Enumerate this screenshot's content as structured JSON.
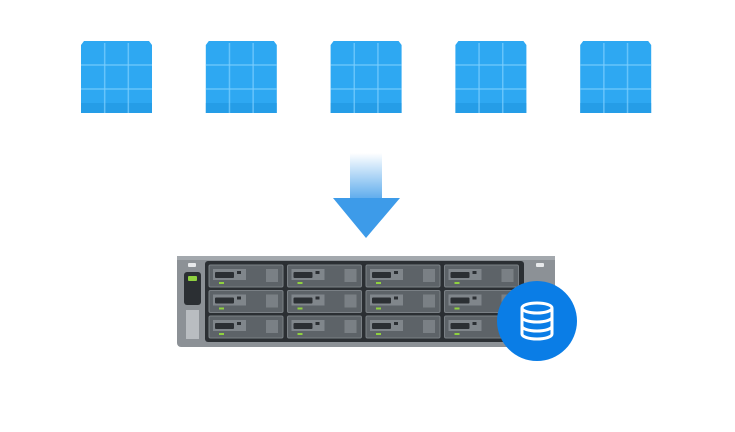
{
  "blocks": {
    "count": 5,
    "icon": "data-block-icon",
    "color": "#2ea8f2",
    "line_color": "#7fd0ff"
  },
  "arrow": {
    "icon": "arrow-down-icon",
    "color": "#3d9be9"
  },
  "server": {
    "icon": "rack-server-icon",
    "chassis_color": "#8c9196",
    "bay_color": "#2b2f33",
    "drive_color": "#5d6368",
    "led_color": "#8fd13f",
    "rows": 3,
    "cols": 4
  },
  "badge": {
    "icon": "database-icon",
    "color": "#0a7de6"
  }
}
